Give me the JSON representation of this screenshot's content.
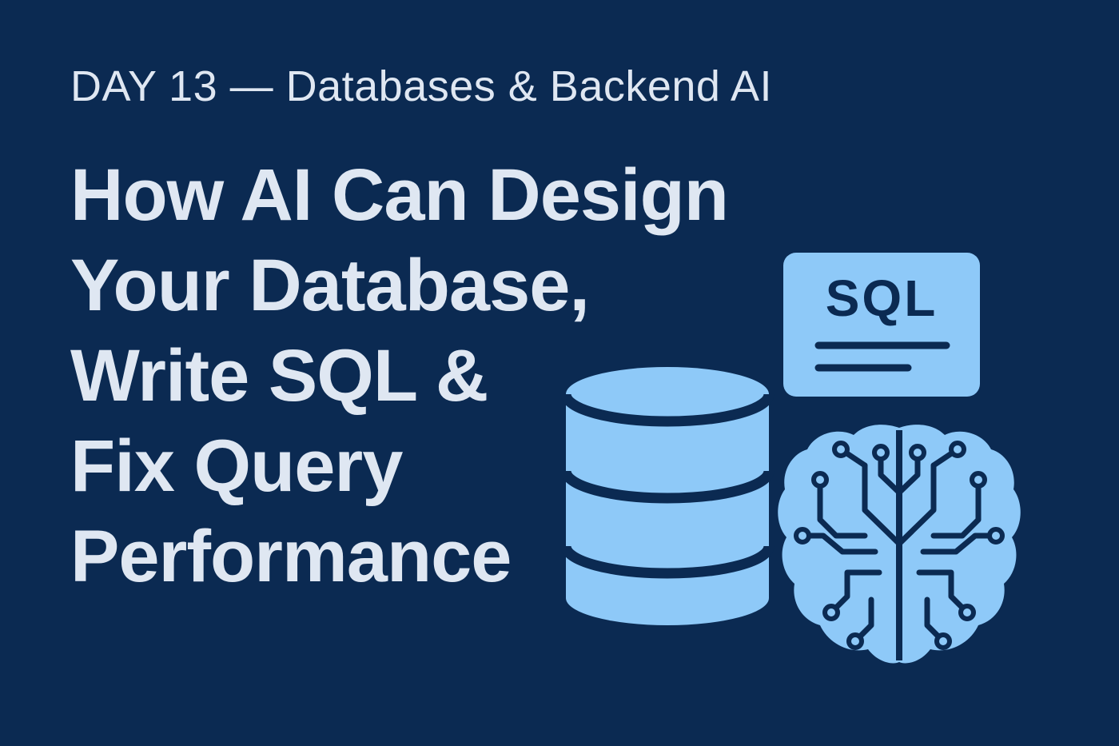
{
  "banner": {
    "subtitle": "DAY 13 — Databases & Backend AI",
    "headline_lines": [
      "How AI Can Design",
      "Your Database,",
      "Write SQL &",
      "Fix Query",
      "Performance"
    ]
  },
  "illustration": {
    "sql_card_label": "SQL",
    "icons": [
      "database-icon",
      "sql-document-icon",
      "brain-circuit-icon"
    ]
  },
  "colors": {
    "background": "#0b2a52",
    "text": "#dfe7f2",
    "icon_fill": "#8ec9f8",
    "icon_stroke": "#0b2a52"
  }
}
